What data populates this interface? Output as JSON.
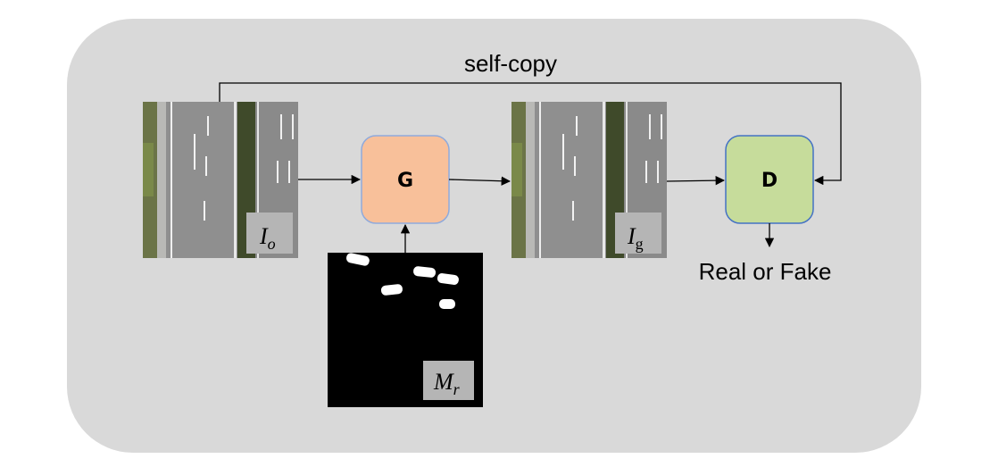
{
  "nodes": {
    "generator": {
      "label": "G",
      "color": "#f8c09a"
    },
    "discriminator": {
      "label": "D",
      "color": "#c6dc9b"
    }
  },
  "labels": {
    "self_copy": "self-copy",
    "output": "Real or Fake"
  },
  "images": {
    "original": {
      "symbol": "I",
      "subscript": "o"
    },
    "generated": {
      "symbol": "I",
      "subscript": "g"
    },
    "mask": {
      "symbol": "M",
      "subscript": "r"
    }
  },
  "colors": {
    "panel": "#d9d9d9",
    "generator_border": "#8faadc",
    "discriminator_border": "#4472c4",
    "road": "#8b8b8b",
    "grass": "#5f6e3c"
  }
}
